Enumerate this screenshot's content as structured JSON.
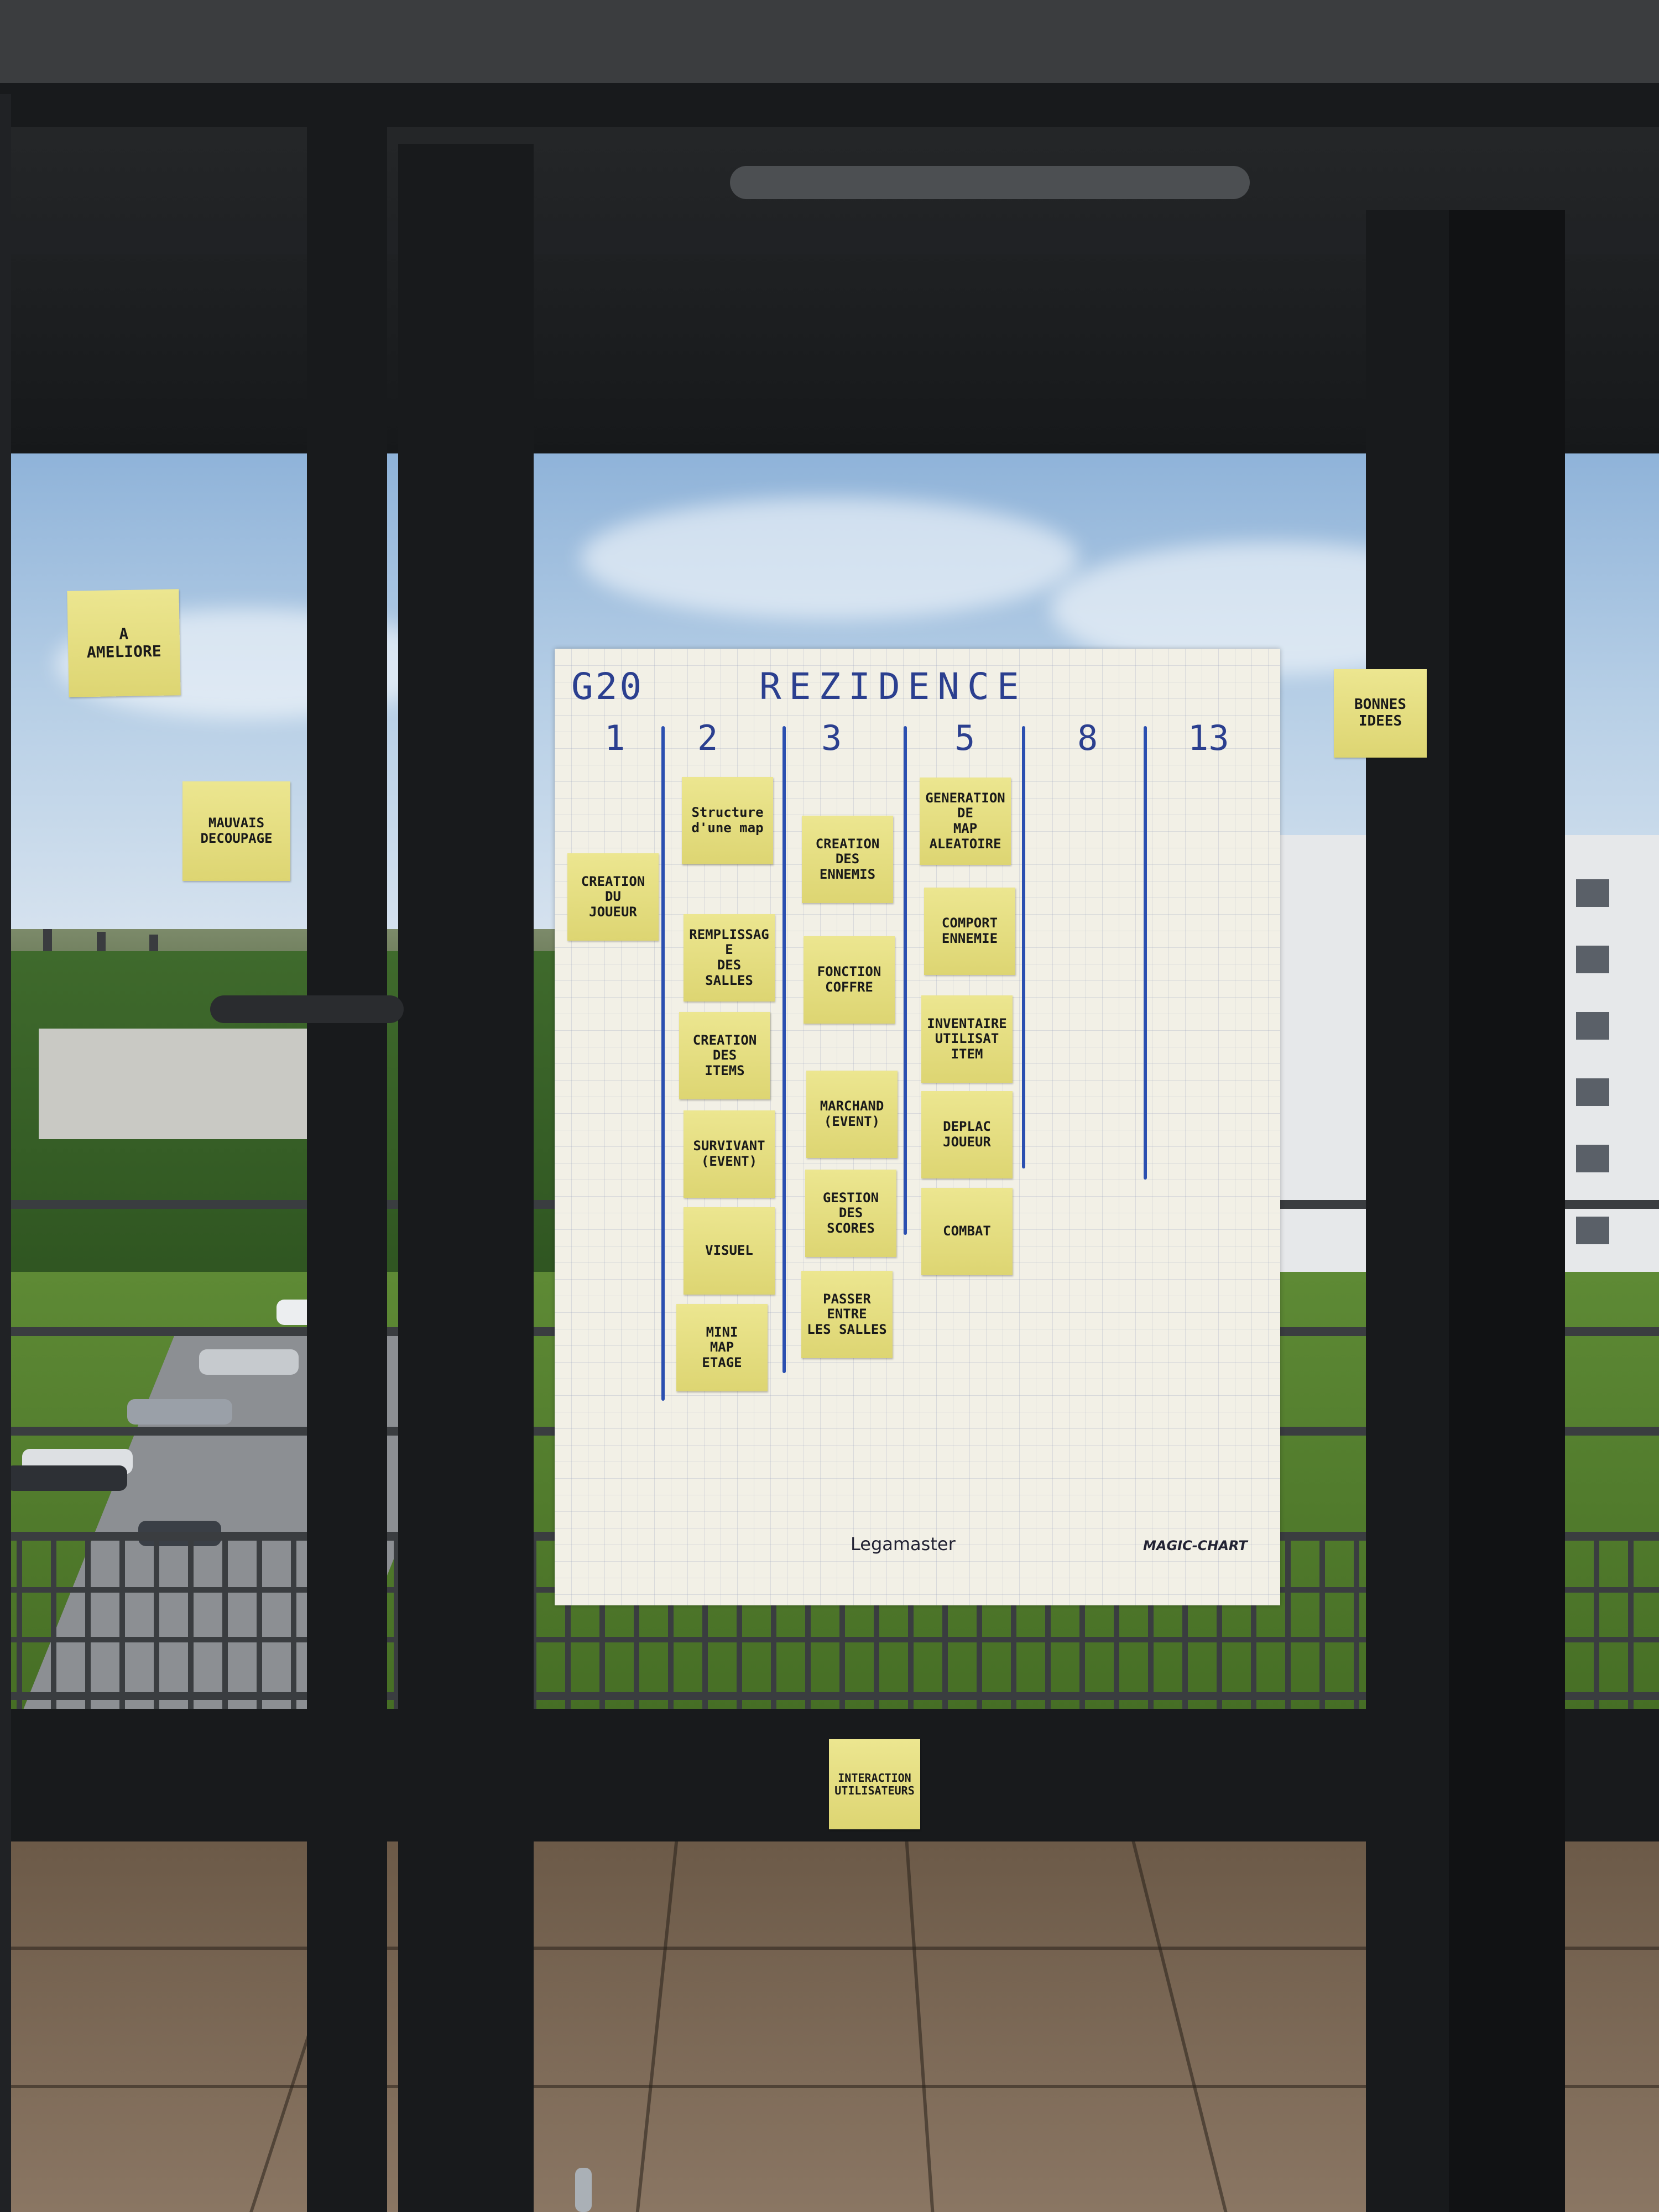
{
  "flipchart": {
    "team_label": "G20",
    "project_title": "REZIDENCE",
    "columns": [
      "1",
      "2",
      "3",
      "5",
      "8",
      "13"
    ],
    "brand_left": "Legamaster",
    "brand_right": "MAGIC-CHART"
  },
  "notes": {
    "col1": [
      "CREATION\nDU\nJOUEUR"
    ],
    "col2": [
      "Structure\nd'une map",
      "REMPLISSAGE\nDES\nSALLES",
      "CREATION\nDES\nITEMS",
      "SURVIVANT\n(EVENT)",
      "VISUEL",
      "MINI\nMAP\nETAGE"
    ],
    "col3": [
      "CREATION\nDES\nENNEMIS",
      "FONCTION\nCOFFRE",
      "MARCHAND\n(EVENT)",
      "GESTION\nDES\nSCORES",
      "PASSER\nENTRE\nLES SALLES"
    ],
    "col5": [
      "GENERATION\nDE\nMAP\nALEATOIRE",
      "COMPORT\nENNEMIE",
      "INVENTAIRE\nUTILISAT\nITEM",
      "DEPLAC\nJOUEUR",
      "COMBAT",
      ""
    ]
  },
  "wall_notes": {
    "ameliorer": "A\nAMELIORE",
    "decoupage": "MAUVAIS\nDECOUPAGE",
    "bonnes_idees": "BONNES\nIDEES",
    "interaction": "INTERACTION\nUTILISATEURS"
  },
  "colors": {
    "sticky": "#e4dd80",
    "marker_blue": "#2b4fb0",
    "frame": "#181a1c",
    "paper": "#f2f0e6"
  }
}
